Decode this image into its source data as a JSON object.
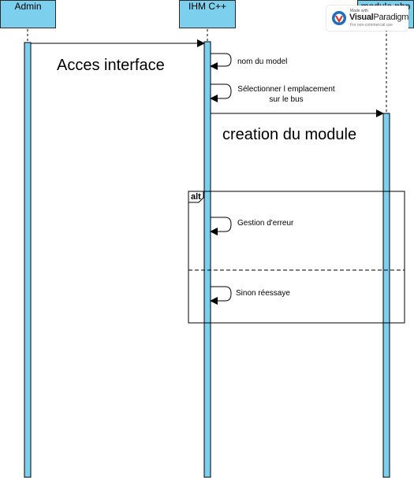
{
  "lifelines": {
    "admin": "Admin",
    "ihm": "IHM C++",
    "module": "module php"
  },
  "messages": {
    "acces": "Acces interface",
    "nom_model": "nom du model",
    "emplacement_1": "Sélectionner l emplacement",
    "emplacement_2": "sur le bus",
    "creation": "creation du module",
    "gestion": "Gestion d'erreur",
    "sinon": "Sinon réessaye"
  },
  "fragment": {
    "operator": "alt"
  },
  "watermark": {
    "made_with": "Made with",
    "brand_bold": "Visual",
    "brand_rest": "Paradigm",
    "note": "For non-commercial use"
  },
  "colors": {
    "lifeline_fill": "#7dcfee",
    "stroke": "#000000"
  }
}
